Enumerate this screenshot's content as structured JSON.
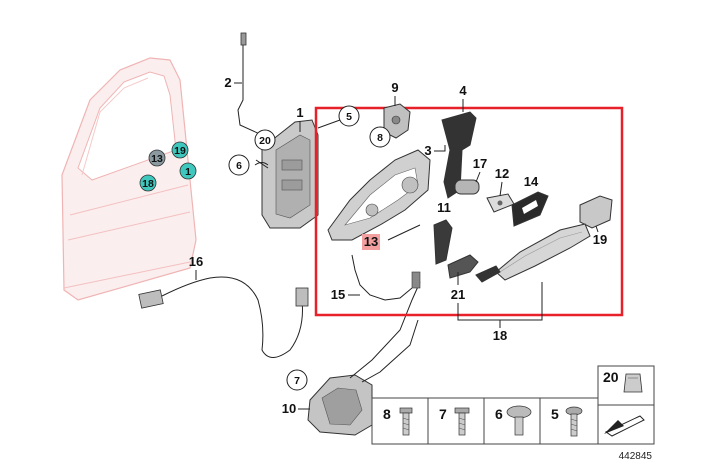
{
  "diagram_id": "442845",
  "labels": {
    "l1": "1",
    "l2": "2",
    "l3": "3",
    "l4": "4",
    "l5": "5",
    "l6": "6",
    "l7": "7",
    "l8": "8",
    "l9": "9",
    "l10": "10",
    "l11": "11",
    "l12": "12",
    "l13": "13",
    "l14": "14",
    "l15": "15",
    "l16": "16",
    "l17": "17",
    "l18": "18",
    "l19": "19",
    "l20": "20",
    "l21": "21"
  },
  "door_markers": {
    "m13": "13",
    "m19": "19",
    "m18": "18",
    "m1": "1"
  },
  "fastener_table": {
    "cells": [
      "8",
      "7",
      "6",
      "5"
    ],
    "clip": "20"
  },
  "colors": {
    "highlight_frame": "#e8202a",
    "marker_teal": "#3fc6bd",
    "marker_gray": "#8a9aa0",
    "part13_box": "#f4a0a0",
    "door_outline": "#f0b4b4"
  }
}
